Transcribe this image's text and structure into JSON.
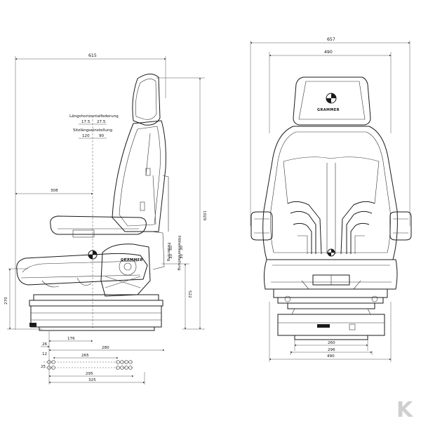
{
  "side_view": {
    "overall_width": "615",
    "backrest_offset": "308",
    "overall_height": "1029",
    "seat_height": "522",
    "base_height": "270",
    "horizontal_isolator_label": "Längshorizontalfederung",
    "horizontal_isolator_values": [
      "17.5",
      "27.5"
    ],
    "fore_aft_label": "Sitzlängseinstellung",
    "fore_aft_values": [
      "120",
      "90"
    ],
    "suspension_label": "Federung",
    "suspension_values": [
      "30",
      "50"
    ],
    "height_adjust_label": "Höhenverstellung",
    "height_adjust_values": [
      "30",
      "30"
    ],
    "brand_text": "GRAMMER"
  },
  "mounting_pattern": {
    "offset_176": "176",
    "dim_26": "26",
    "dim_280": "280",
    "dim_12": "12",
    "dim_265": "265",
    "dim_25": "25",
    "dim_295": "295",
    "dim_325": "325"
  },
  "front_view": {
    "overall_width": "657",
    "backrest_width": "490",
    "base_width_260": "260",
    "base_width_296": "296",
    "base_width_490": "490",
    "brand_text": "GRAMMER"
  },
  "watermark": "K"
}
